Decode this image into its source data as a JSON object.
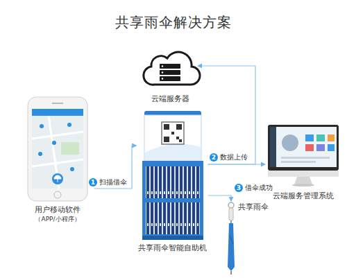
{
  "diagram": {
    "title": "共享雨伞解决方案",
    "nodes": [
      {
        "text": [
          "云端服务器"
        ]
      },
      {
        "text": [
          "用户移动软件",
          "（APP/小程序）"
        ]
      },
      {
        "text": [
          "共享雨伞智能自助机"
        ]
      },
      {
        "text": [
          "云端服务管理系统"
        ]
      },
      {
        "text": [
          "共享雨伞"
        ]
      }
    ],
    "edges": [
      {
        "from": 1,
        "to": 2,
        "label": "扫描借伞",
        "arrow": "to"
      },
      {
        "from": 2,
        "to": 3,
        "label": "数据上传",
        "arrow": "to"
      },
      {
        "from": 2,
        "to": 0,
        "arrow": "to"
      },
      {
        "from": 2,
        "to": 4,
        "label": "借伞成功",
        "arrow": "to"
      }
    ],
    "labels": [
      "1",
      "2",
      "3"
    ]
  }
}
